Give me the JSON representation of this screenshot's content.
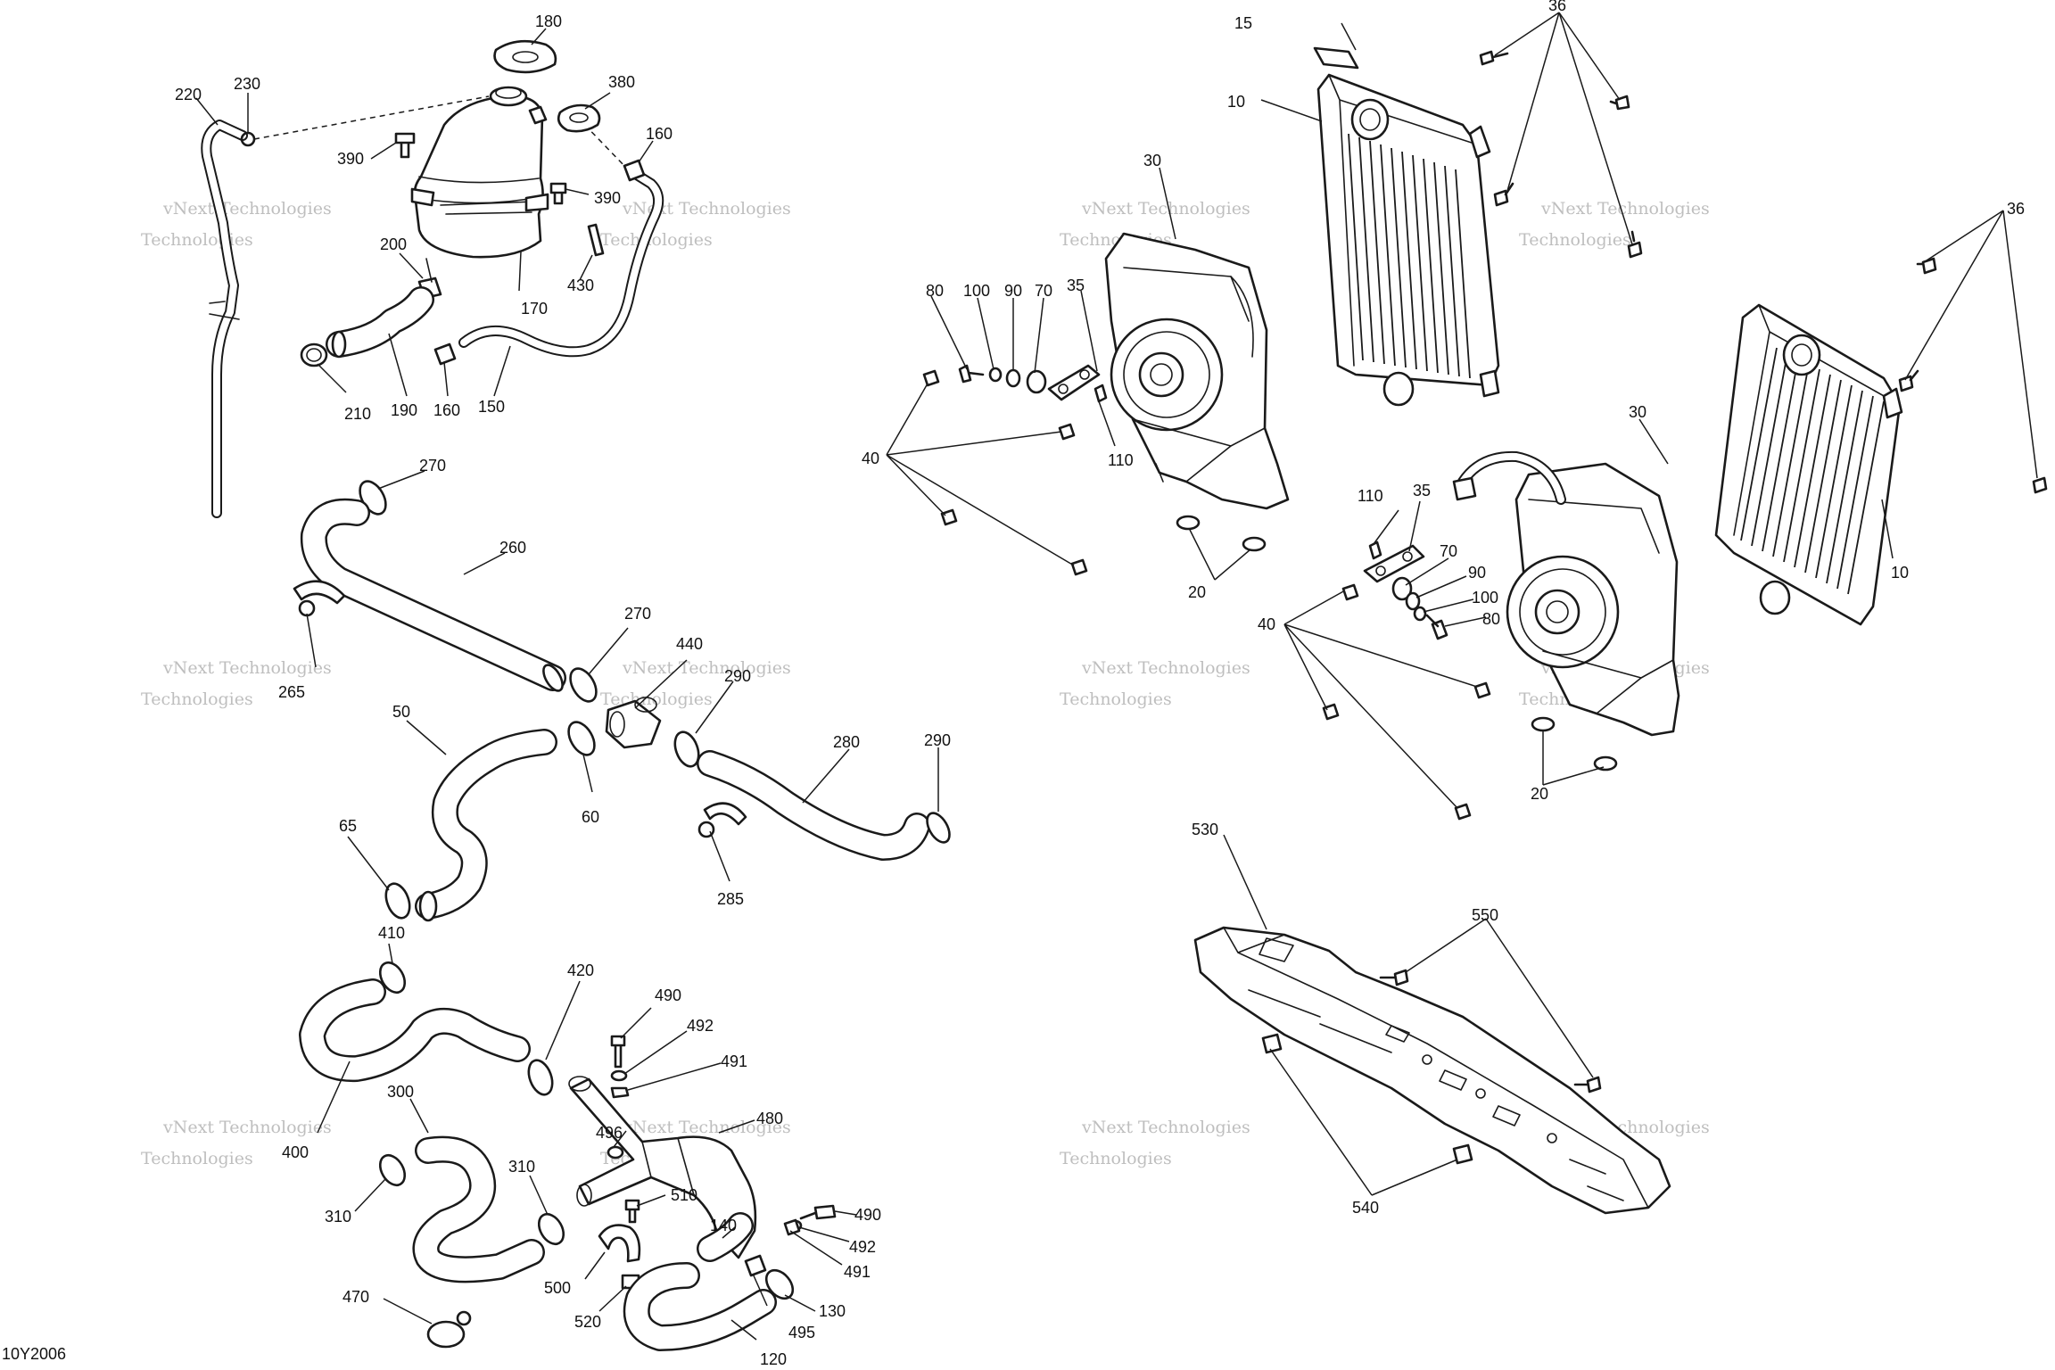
{
  "diagram_code": "10Y2006",
  "watermark": {
    "line1": "vNext Technologies",
    "line2": "Technologies"
  },
  "callouts": {
    "c10a": "10",
    "c10b": "10",
    "c15": "15",
    "c20a": "20",
    "c20b": "20",
    "c30a": "30",
    "c30b": "30",
    "c35a": "35",
    "c35b": "35",
    "c36a": "36",
    "c36b": "36",
    "c40a": "40",
    "c40b": "40",
    "c50": "50",
    "c60": "60",
    "c65": "65",
    "c70a": "70",
    "c70b": "70",
    "c80a": "80",
    "c80b": "80",
    "c90a": "90",
    "c90b": "90",
    "c100a": "100",
    "c100b": "100",
    "c110a": "110",
    "c110b": "110",
    "c120": "120",
    "c130": "130",
    "c140": "140",
    "c150": "150",
    "c160a": "160",
    "c160b": "160",
    "c170": "170",
    "c180": "180",
    "c190": "190",
    "c200": "200",
    "c210": "210",
    "c220": "220",
    "c230": "230",
    "c260": "260",
    "c265": "265",
    "c270a": "270",
    "c270b": "270",
    "c280": "280",
    "c285": "285",
    "c290a": "290",
    "c290b": "290",
    "c300": "300",
    "c310a": "310",
    "c310b": "310",
    "c380": "380",
    "c390a": "390",
    "c390b": "390",
    "c400": "400",
    "c410": "410",
    "c420": "420",
    "c430": "430",
    "c440": "440",
    "c470": "470",
    "c480": "480",
    "c490a": "490",
    "c490b": "490",
    "c491a": "491",
    "c491b": "491",
    "c492a": "492",
    "c492b": "492",
    "c495": "495",
    "c496": "496",
    "c500": "500",
    "c510": "510",
    "c520": "520",
    "c530": "530",
    "c540": "540",
    "c550": "550"
  }
}
